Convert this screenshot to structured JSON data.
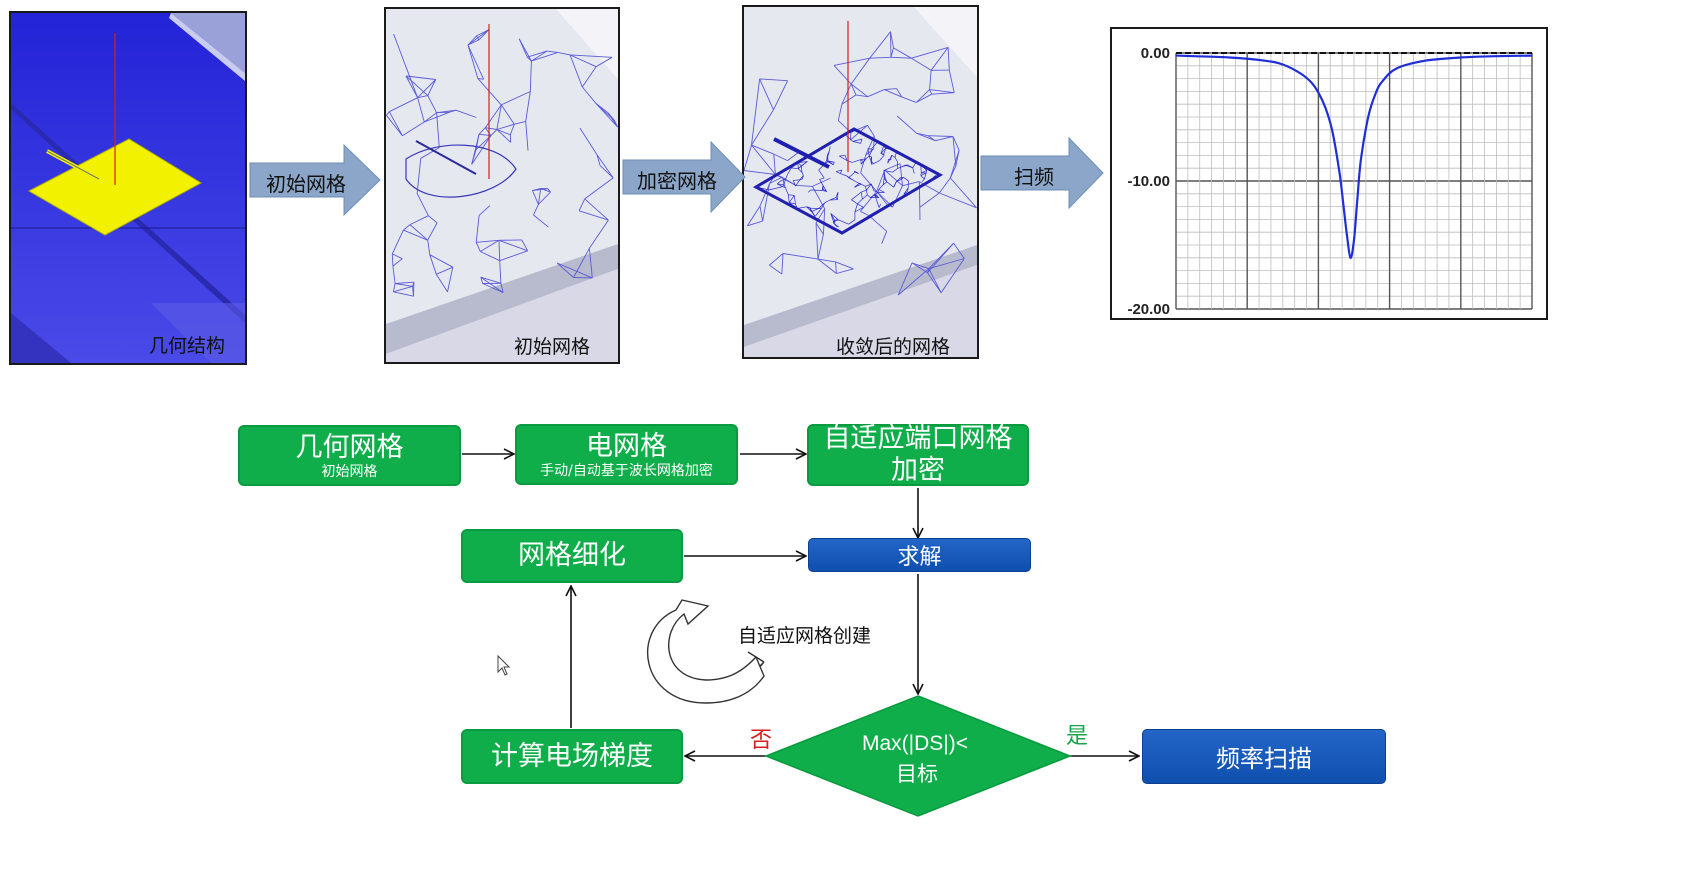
{
  "panels": {
    "geometry_caption": "几何结构",
    "initial_mesh_caption": "初始网格",
    "converged_mesh_caption": "收敛后的网格"
  },
  "arrows": {
    "initial_mesh": "初始网格",
    "refine_mesh": "加密网格",
    "sweep": "扫频"
  },
  "plot": {
    "y_ticks": [
      "0.00",
      "-10.00",
      "-20.00"
    ]
  },
  "chart_data": {
    "type": "line",
    "title": "",
    "xlabel": "",
    "ylabel": "",
    "ylim": [
      -20,
      0
    ],
    "y_tick_labels": [
      "0.00",
      "-10.00",
      "-20.00"
    ],
    "grid": true,
    "series": [
      {
        "x": [
          0,
          0.05,
          0.15,
          0.25,
          0.3,
          0.35,
          0.38,
          0.4,
          0.42,
          0.44,
          0.46,
          0.47,
          0.48,
          0.49,
          0.5,
          0.51,
          0.52,
          0.54,
          0.56,
          0.58,
          0.62,
          0.7,
          0.8,
          0.9,
          1.0
        ],
        "y": [
          -0.2,
          -0.25,
          -0.35,
          -0.6,
          -0.9,
          -1.6,
          -2.3,
          -3.1,
          -4.3,
          -6.2,
          -9.5,
          -11.8,
          -14.2,
          -16.0,
          -14.6,
          -11.2,
          -8.2,
          -5.0,
          -3.2,
          -2.2,
          -1.2,
          -0.6,
          -0.35,
          -0.25,
          -0.2
        ]
      }
    ]
  },
  "flow": {
    "geometry_mesh": {
      "title": "几何网格",
      "subtitle": "初始网格"
    },
    "electric_mesh": {
      "title": "电网格",
      "subtitle": "手动/自动基于波长网格加密"
    },
    "port_refine": {
      "line1": "自适应端口网格",
      "line2": "加密"
    },
    "mesh_refine": "网格细化",
    "solve": "求解",
    "adaptive_label": "自适应网格创建",
    "gradient": "计算电场梯度",
    "decision_line1": "Max(|DS|)<",
    "decision_line2": "目标",
    "no_label": "否",
    "yes_label": "是",
    "freq_sweep": "频率扫描"
  },
  "colors": {
    "green_box": "#0fae4a",
    "blue_box": "#1658b8",
    "no_color": "#d62020",
    "yes_color": "#1aa34a",
    "arrow_fill": "#8ba6c8"
  }
}
